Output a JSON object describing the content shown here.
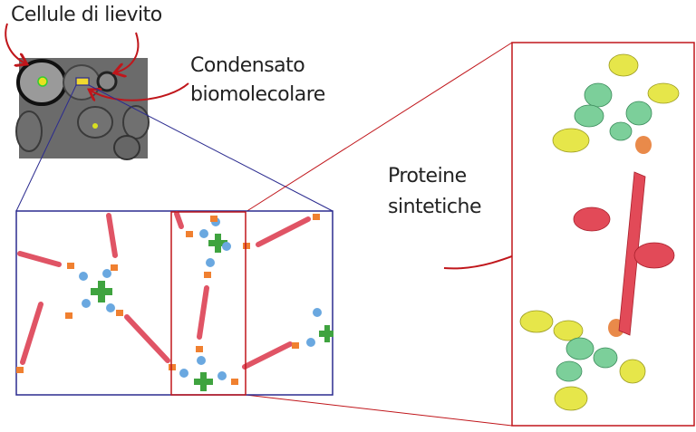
{
  "labels": {
    "yeast_cells": "Cellule di lievito",
    "condensate_line1": "Condensato",
    "condensate_line2": "biomolecolare",
    "proteins_line1": "Proteine",
    "proteins_line2": "sintetiche"
  },
  "colors": {
    "arrow": "#c0161b",
    "zoom_box_blue": "#2b2b8f",
    "zoom_box_red": "#c0161b",
    "rod": "#e05465",
    "hub": "#3fa33f",
    "pentagon": "#6aa8e0",
    "wedge": "#f08030",
    "domain_yellow": "#e6e64a",
    "domain_green": "#7ccf9a"
  }
}
